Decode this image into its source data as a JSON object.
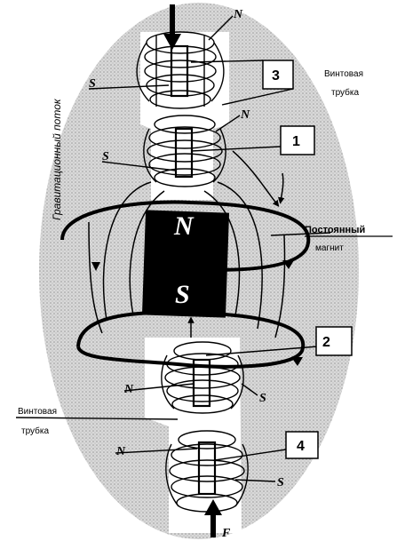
{
  "labels": {
    "n_top": "N",
    "s_top": "S",
    "n_1": "N",
    "s_1": "S",
    "magnet_n": "N",
    "magnet_s": "S",
    "n_2": "N",
    "s_2": "S",
    "n_4": "N",
    "s_4": "S",
    "force_bottom": "F"
  },
  "boxes": {
    "box_1": "1",
    "box_2": "2",
    "box_3": "3",
    "box_4": "4"
  },
  "captions": {
    "tube_top_line1": "Винтовая",
    "tube_top_line2": "трубка",
    "magnet_line1": "Постоянный",
    "magnet_line2": "магнит",
    "tube_bottom_line1": "Винтовая",
    "tube_bottom_line2": "трубка",
    "vertical_flow": "Гравитационный поток"
  },
  "colors": {
    "ellipse": "#c8c8c8",
    "column": "#ffffff",
    "magnet": "#000000",
    "ink": "#000000"
  }
}
